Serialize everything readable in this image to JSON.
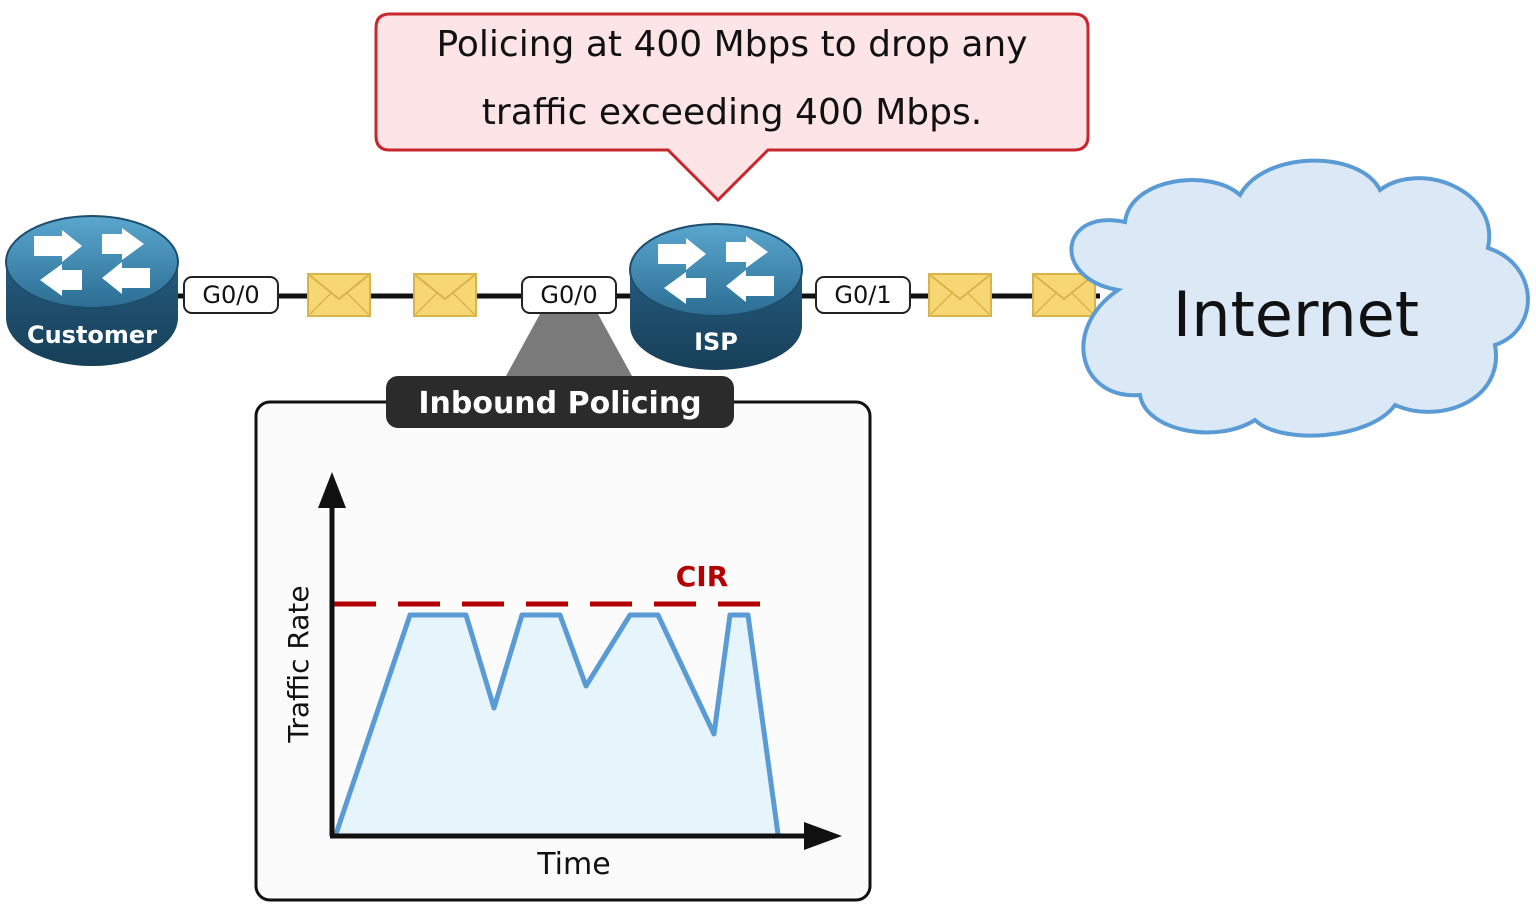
{
  "callout": {
    "line1": "Policing at 400 Mbps to drop any",
    "line2": "traffic exceeding 400 Mbps."
  },
  "routers": {
    "customer": {
      "label": "Customer"
    },
    "isp": {
      "label": "ISP"
    }
  },
  "interfaces": {
    "customer_g00": "G0/0",
    "isp_g00": "G0/0",
    "isp_g01": "G0/1"
  },
  "cloud": {
    "label": "Internet"
  },
  "policing_panel": {
    "title": "Inbound Policing"
  },
  "chart_data": {
    "type": "line",
    "xlabel": "Time",
    "ylabel": "Traffic Rate",
    "reference_line": {
      "label": "CIR",
      "style": "dashed",
      "color": "#b30000"
    },
    "series_color": "#5b9bd5",
    "fill_color": "#e6f4fc"
  },
  "colors": {
    "callout_fill": "#fde4e6",
    "callout_border": "#c8272d",
    "router_body": "#2f6f96",
    "envelope": "#f7d774",
    "cloud_fill": "#dbe9f7",
    "cloud_border": "#5b9bd5",
    "panel_title_bg": "#2b2b2b"
  }
}
